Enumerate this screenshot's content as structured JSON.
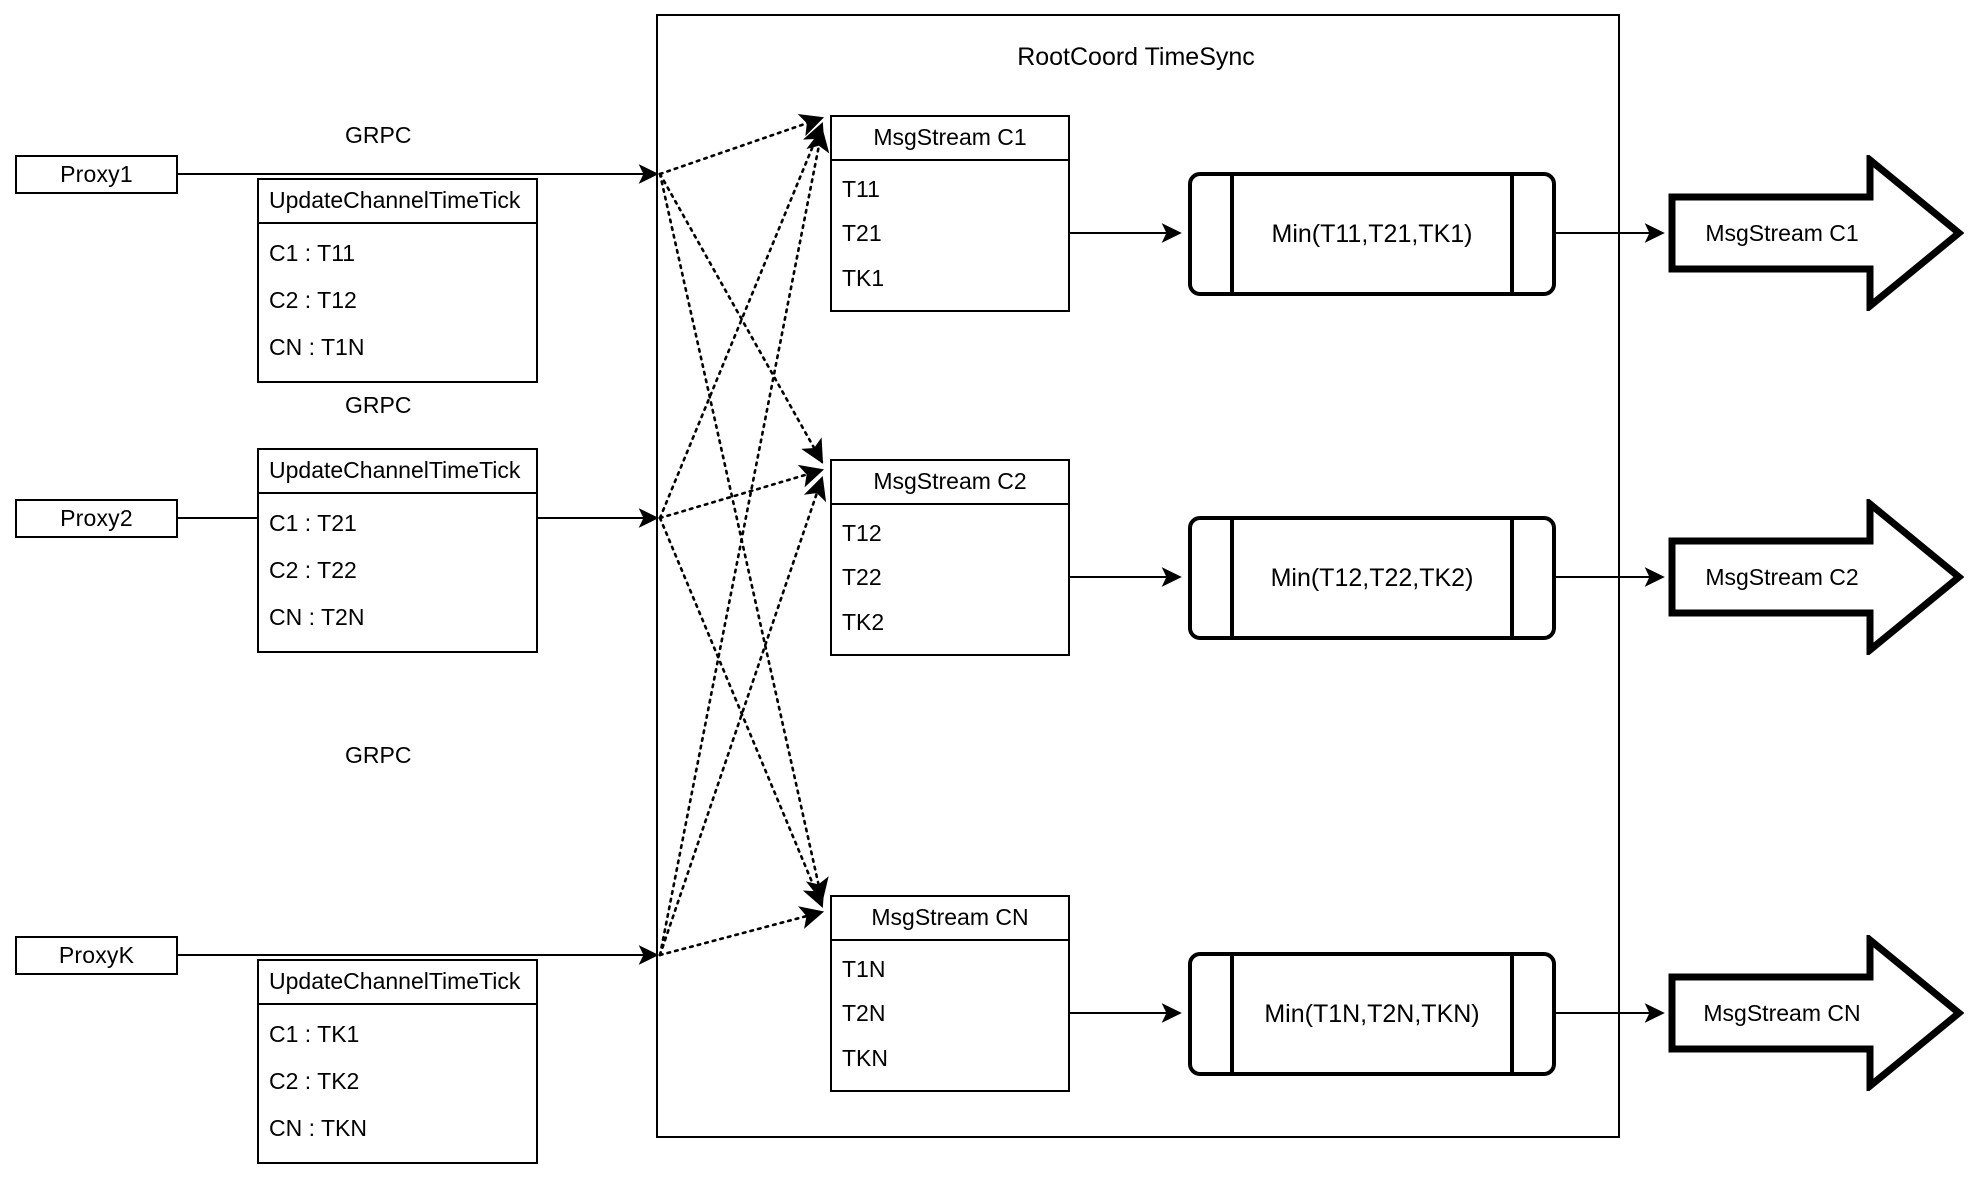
{
  "diagram": {
    "title": "RootCoord TimeSync",
    "container_label": "RootCoord TimeSync"
  },
  "proxies": [
    {
      "name": "Proxy1",
      "rpc_label": "GRPC",
      "request": {
        "header": "UpdateChannelTimeTick",
        "rows": [
          "C1 :  T11",
          "C2 :  T12",
          "CN : T1N"
        ]
      }
    },
    {
      "name": "Proxy2",
      "rpc_label": "GRPC",
      "request": {
        "header": "UpdateChannelTimeTick",
        "rows": [
          "C1 :  T21",
          "C2 :  T22",
          "CN : T2N"
        ]
      }
    },
    {
      "name": "ProxyK",
      "rpc_label": "GRPC",
      "request": {
        "header": "UpdateChannelTimeTick",
        "rows": [
          "C1 :  TK1",
          "C2 :  TK2",
          "CN : TKN"
        ]
      }
    }
  ],
  "channels": [
    {
      "stream": {
        "header": "MsgStream C1",
        "rows": [
          "T11",
          "T21",
          "TK1"
        ]
      },
      "min_label": "Min(T11,T21,TK1)",
      "output_label": "MsgStream C1"
    },
    {
      "stream": {
        "header": "MsgStream C2",
        "rows": [
          "T12",
          "T22",
          "TK2"
        ]
      },
      "min_label": "Min(T12,T22,TK2)",
      "output_label": "MsgStream C2"
    },
    {
      "stream": {
        "header": "MsgStream CN",
        "rows": [
          "T1N",
          "T2N",
          "TKN"
        ]
      },
      "min_label": "Min(T1N,T2N,TKN)",
      "output_label": "MsgStream CN"
    }
  ],
  "style": {
    "stroke": "#000000",
    "background": "#ffffff"
  }
}
